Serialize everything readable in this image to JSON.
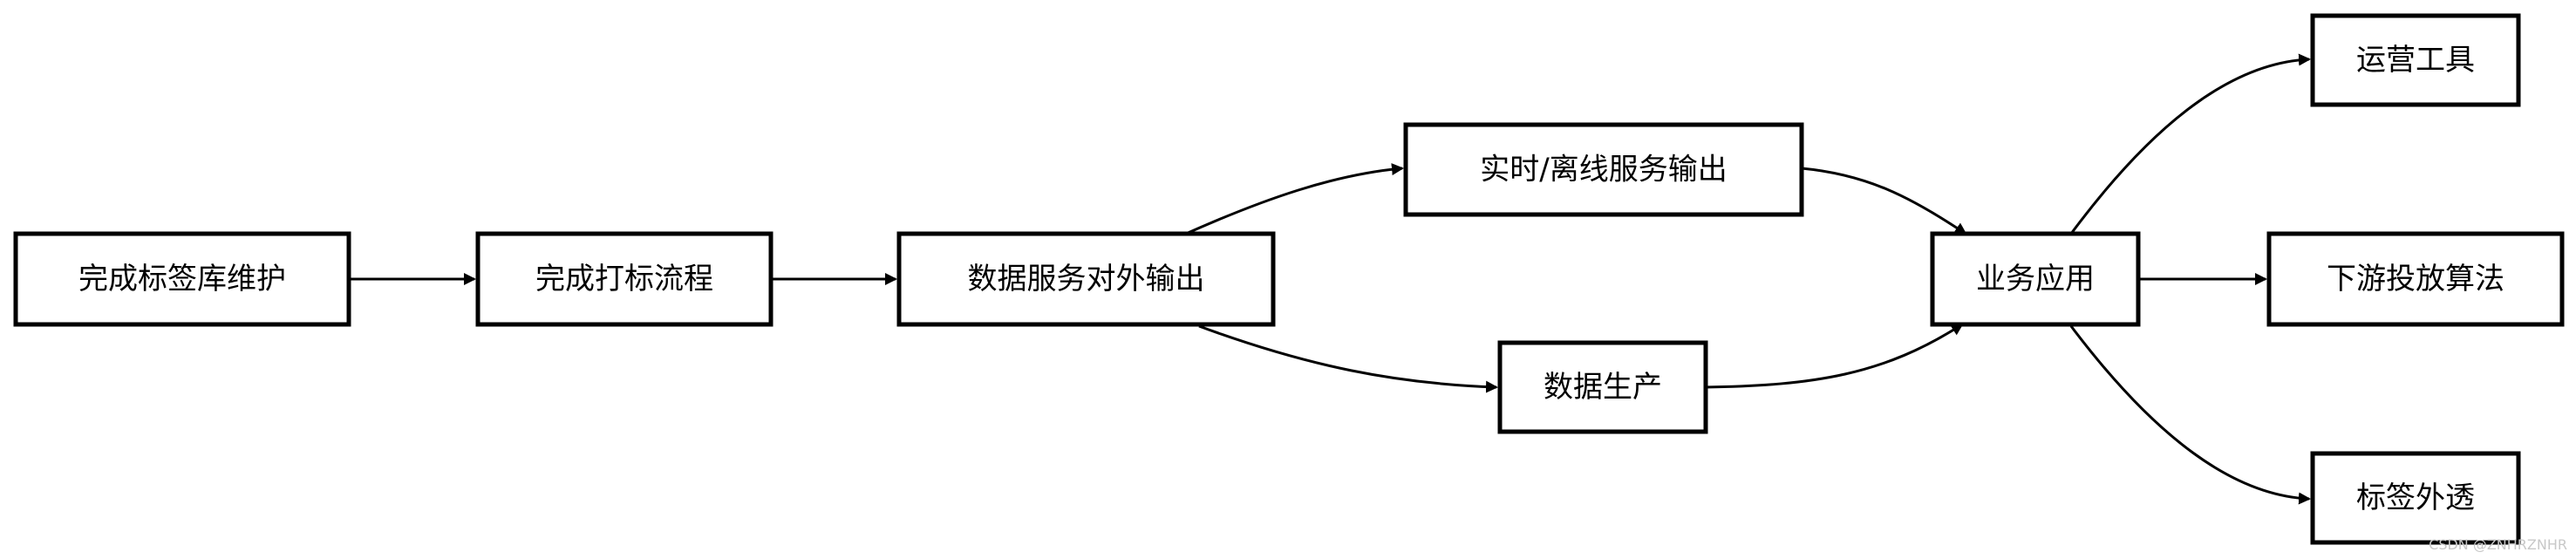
{
  "nodes": {
    "n1": "完成标签库维护",
    "n2": "完成打标流程",
    "n3": "数据服务对外输出",
    "n4": "实时/离线服务输出",
    "n5": "数据生产",
    "n6": "业务应用",
    "n7": "运营工具",
    "n8": "下游投放算法",
    "n9": "标签外透"
  },
  "watermark": "CSDN @ZNHRZNHR"
}
